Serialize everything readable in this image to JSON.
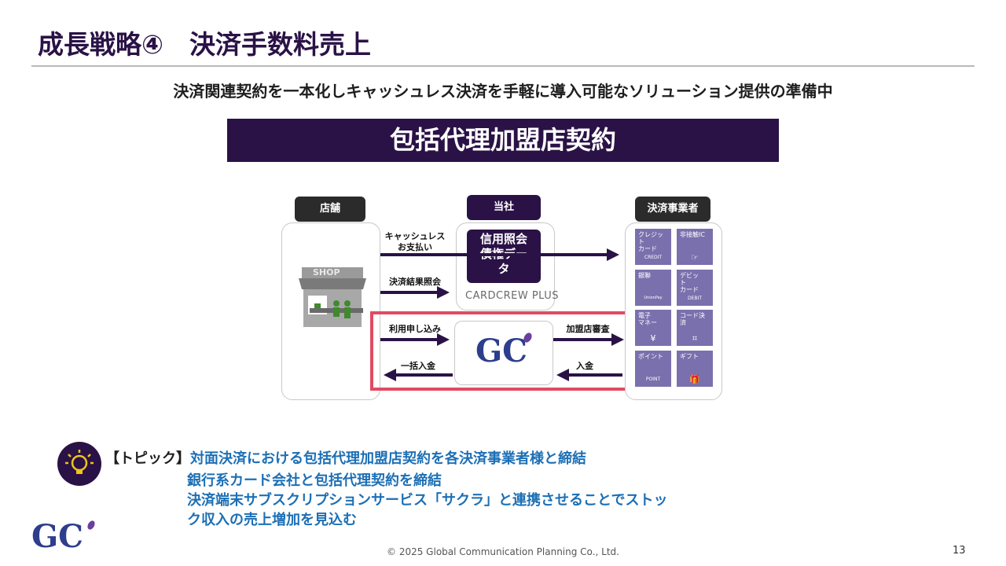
{
  "title": "成長戦略④　決済手数料売上",
  "subtitle": "決済関連契約を一本化しキャッシュレス決済を手軽に導入可能なソリューション提供の準備中",
  "banner": "包括代理加盟店契約",
  "diagram": {
    "store": {
      "label": "店舗",
      "sign": "SHOP"
    },
    "company": {
      "label": "当社",
      "box_line1": "信用照会",
      "box_line2": "債権デー",
      "box_line3": "タ",
      "cardcrew": "CARDCREW PLUS"
    },
    "providers": {
      "label": "決済事業者"
    },
    "arrows": {
      "cashless_line1": "キャッシュレス",
      "cashless_line2": "お支払い",
      "result_inquiry": "決済結果照会",
      "apply": "利用申し込み",
      "review": "加盟店審査",
      "bulk_deposit": "一括入金",
      "deposit": "入金"
    },
    "tiles": [
      {
        "l1": "クレジッ",
        "l2": "ト",
        "l3": "カード",
        "icon": "CREDIT"
      },
      {
        "l1": "非接触IC",
        "l2": "",
        "l3": "",
        "icon": "☞"
      },
      {
        "l1": "銀聯",
        "l2": "",
        "l3": "",
        "icon": "UnionPay"
      },
      {
        "l1": "デビッ",
        "l2": "ト",
        "l3": "カード",
        "icon": "DEBIT"
      },
      {
        "l1": "電子",
        "l2": "マネー",
        "l3": "",
        "icon": "¥"
      },
      {
        "l1": "コード決済",
        "l2": "",
        "l3": "",
        "icon": "⌗"
      },
      {
        "l1": "ポイント",
        "l2": "",
        "l3": "",
        "icon": "POINT"
      },
      {
        "l1": "ギフト",
        "l2": "",
        "l3": "",
        "icon": "🎁"
      }
    ],
    "logo": "GC"
  },
  "topic": {
    "tag": "【トピック】",
    "line1": "対面決済における包括代理加盟店契約を各決済事業者様と締結",
    "line2": "銀行系カード会社と包括代理契約を締結",
    "line3": "決済端末サブスクリプションサービス「サクラ」と連携させることでストッ",
    "line4": "ク収入の売上増加を見込む"
  },
  "footer": {
    "copyright": "© 2025 Global Communication Planning Co., Ltd.",
    "page": "13",
    "logo": "GC"
  }
}
